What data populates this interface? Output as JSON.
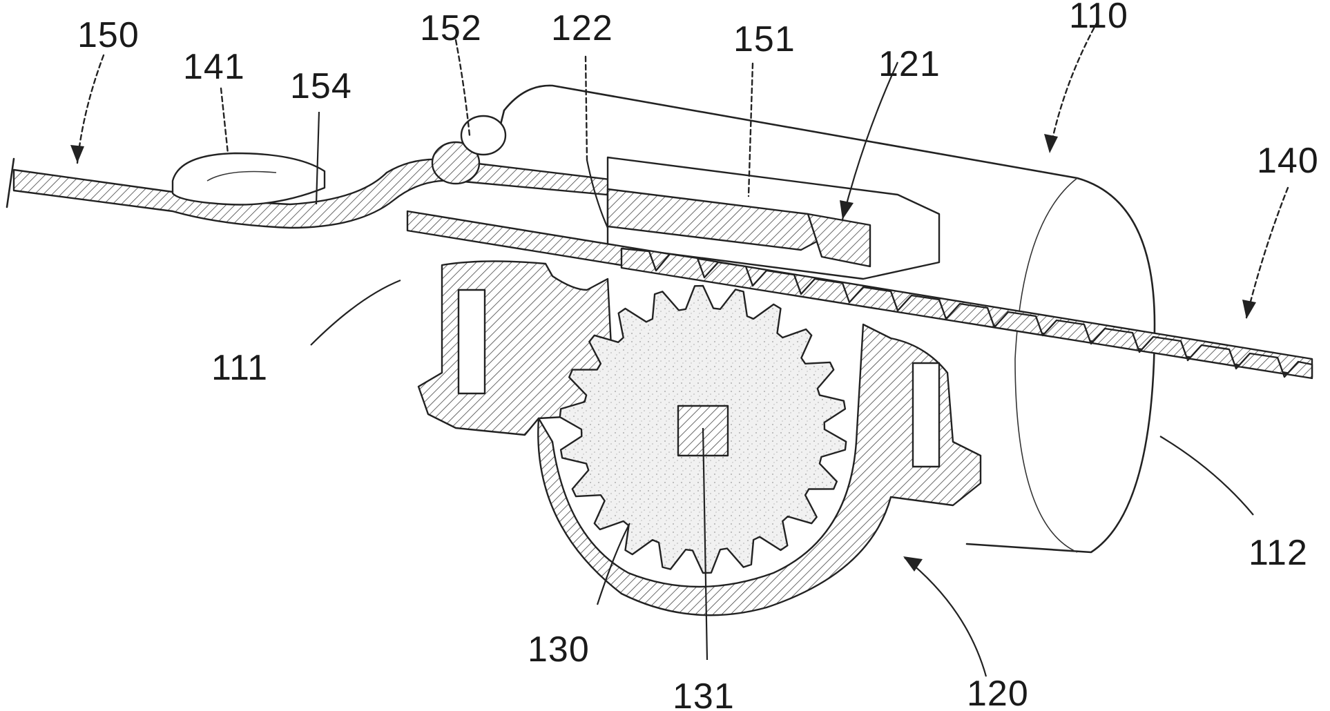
{
  "figure": {
    "reference_labels": [
      {
        "id": "150",
        "text": "150"
      },
      {
        "id": "141",
        "text": "141"
      },
      {
        "id": "154",
        "text": "154"
      },
      {
        "id": "152",
        "text": "152"
      },
      {
        "id": "122",
        "text": "122"
      },
      {
        "id": "151",
        "text": "151"
      },
      {
        "id": "121",
        "text": "121"
      },
      {
        "id": "110",
        "text": "110"
      },
      {
        "id": "140",
        "text": "140"
      },
      {
        "id": "111",
        "text": "111"
      },
      {
        "id": "112",
        "text": "112"
      },
      {
        "id": "130",
        "text": "130"
      },
      {
        "id": "131",
        "text": "131"
      },
      {
        "id": "120",
        "text": "120"
      }
    ]
  }
}
